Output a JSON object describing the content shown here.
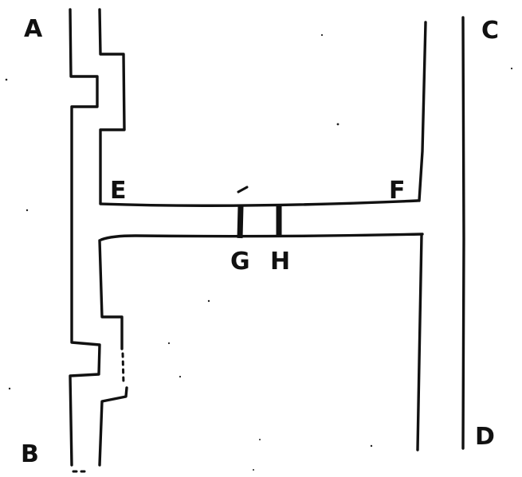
{
  "diagram": {
    "labels": {
      "a": "A",
      "b": "B",
      "c": "C",
      "d": "D",
      "e": "E",
      "f": "F",
      "g": "G",
      "h": "H"
    }
  }
}
